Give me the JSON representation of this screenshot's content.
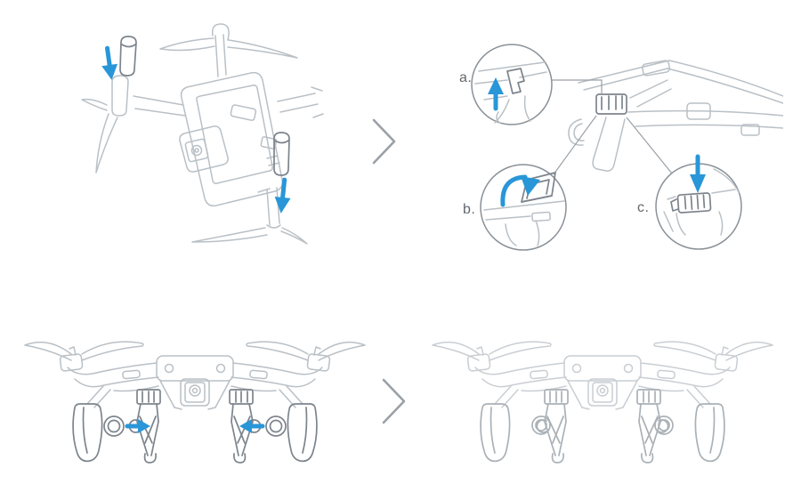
{
  "figure": {
    "background": "#ffffff",
    "colors": {
      "drone_outline": "#b9c0c6",
      "accessory_dark": "#7d848c",
      "faded_outline": "#c9ced3",
      "arrow_accent": "#2996d8",
      "chevron_gray": "#9aa0a6",
      "label_text": "#62686e"
    },
    "icons": {
      "chevron_right": "›",
      "arrow_down": "↓",
      "arrow_up": "↑",
      "arrow_left": "←",
      "arrow_right": "→",
      "rotate_down": "⤵"
    },
    "step2": {
      "details": [
        {
          "label": "a.",
          "arrow": "up"
        },
        {
          "label": "b.",
          "arrow": "rotate-down"
        },
        {
          "label": "c.",
          "arrow": "down"
        }
      ]
    }
  }
}
